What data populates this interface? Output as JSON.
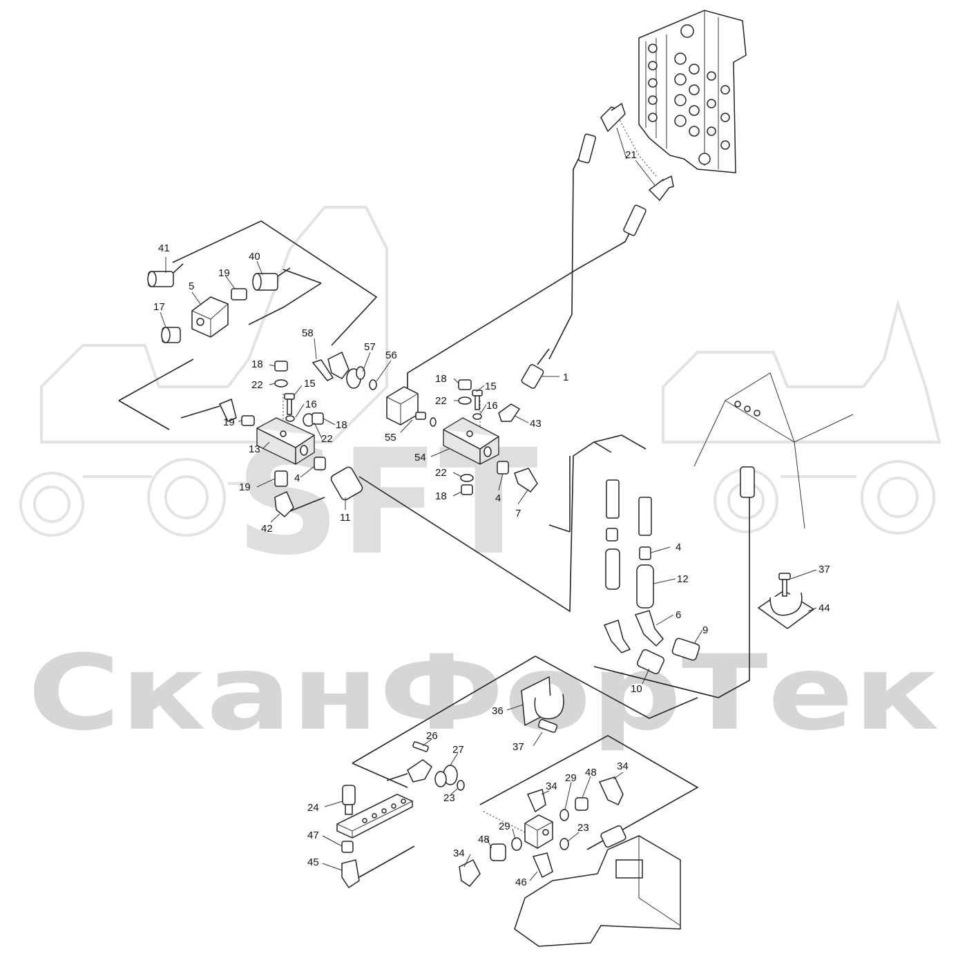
{
  "watermark": {
    "logo": "SFT",
    "brand": "СканФорТек"
  },
  "callouts": [
    {
      "id": "c1",
      "text": "1"
    },
    {
      "id": "c21",
      "text": "21"
    },
    {
      "id": "c41",
      "text": "41"
    },
    {
      "id": "c40",
      "text": "40"
    },
    {
      "id": "c19a",
      "text": "19"
    },
    {
      "id": "c5",
      "text": "5"
    },
    {
      "id": "c17",
      "text": "17"
    },
    {
      "id": "c58",
      "text": "58"
    },
    {
      "id": "c57",
      "text": "57"
    },
    {
      "id": "c56",
      "text": "56"
    },
    {
      "id": "c18a",
      "text": "18"
    },
    {
      "id": "c22a",
      "text": "22"
    },
    {
      "id": "c15a",
      "text": "15"
    },
    {
      "id": "c16a",
      "text": "16"
    },
    {
      "id": "c18b",
      "text": "18"
    },
    {
      "id": "c22b",
      "text": "22"
    },
    {
      "id": "c19b",
      "text": "19"
    },
    {
      "id": "c13",
      "text": "13"
    },
    {
      "id": "c19c",
      "text": "19"
    },
    {
      "id": "c4a",
      "text": "4"
    },
    {
      "id": "c42",
      "text": "42"
    },
    {
      "id": "c11",
      "text": "11"
    },
    {
      "id": "c55",
      "text": "55"
    },
    {
      "id": "c18c",
      "text": "18"
    },
    {
      "id": "c22c",
      "text": "22"
    },
    {
      "id": "c15b",
      "text": "15"
    },
    {
      "id": "c16b",
      "text": "16"
    },
    {
      "id": "c43",
      "text": "43"
    },
    {
      "id": "c54",
      "text": "54"
    },
    {
      "id": "c22d",
      "text": "22"
    },
    {
      "id": "c18d",
      "text": "18"
    },
    {
      "id": "c4b",
      "text": "4"
    },
    {
      "id": "c7",
      "text": "7"
    },
    {
      "id": "c4c",
      "text": "4"
    },
    {
      "id": "c12",
      "text": "12"
    },
    {
      "id": "c6",
      "text": "6"
    },
    {
      "id": "c9",
      "text": "9"
    },
    {
      "id": "c10",
      "text": "10"
    },
    {
      "id": "c37a",
      "text": "37"
    },
    {
      "id": "c44",
      "text": "44"
    },
    {
      "id": "c36",
      "text": "36"
    },
    {
      "id": "c37b",
      "text": "37"
    },
    {
      "id": "c26",
      "text": "26"
    },
    {
      "id": "c27",
      "text": "27"
    },
    {
      "id": "c23a",
      "text": "23"
    },
    {
      "id": "c24",
      "text": "24"
    },
    {
      "id": "c34a",
      "text": "34"
    },
    {
      "id": "c29a",
      "text": "29"
    },
    {
      "id": "c48a",
      "text": "48"
    },
    {
      "id": "c34b",
      "text": "34"
    },
    {
      "id": "c47",
      "text": "47"
    },
    {
      "id": "c45",
      "text": "45"
    },
    {
      "id": "c34c",
      "text": "34"
    },
    {
      "id": "c48b",
      "text": "48"
    },
    {
      "id": "c29b",
      "text": "29"
    },
    {
      "id": "c23b",
      "text": "23"
    },
    {
      "id": "c46",
      "text": "46"
    }
  ]
}
